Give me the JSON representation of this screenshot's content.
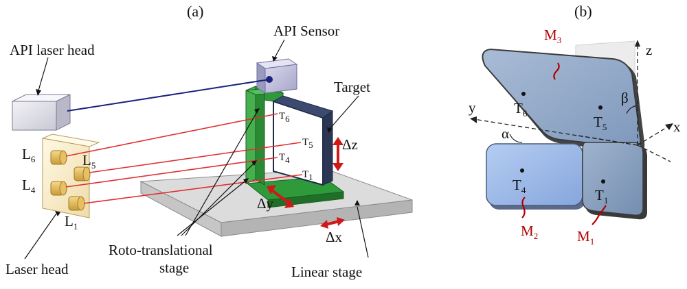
{
  "panel_a": {
    "label": "(a)",
    "api_laser_head": "API laser head",
    "api_sensor": "API Sensor",
    "target": "Target",
    "laser_head": "Laser head",
    "roto_line1": "Roto-translational",
    "roto_line2": "stage",
    "linear_stage": "Linear stage",
    "dz": "Δz",
    "dy": "Δy",
    "dx": "Δx",
    "l6": "L",
    "l6_sub": "6",
    "l5": "L",
    "l5_sub": "5",
    "l4": "L",
    "l4_sub": "4",
    "l1": "L",
    "l1_sub": "1",
    "t6": "T",
    "t6_sub": "6",
    "t5": "T",
    "t5_sub": "5",
    "t4": "T",
    "t4_sub": "4",
    "t1": "T",
    "t1_sub": "1"
  },
  "panel_b": {
    "label": "(b)",
    "m3": "M",
    "m3_sub": "3",
    "m2": "M",
    "m2_sub": "2",
    "m1": "M",
    "m1_sub": "1",
    "t6": "T",
    "t6_sub": "6",
    "t5": "T",
    "t5_sub": "5",
    "t4": "T",
    "t4_sub": "4",
    "t1": "T",
    "t1_sub": "1",
    "axis_z": "z",
    "axis_y": "y",
    "axis_x": "x",
    "alpha": "α",
    "beta": "β"
  },
  "colors": {
    "laser_beam": "#e03030",
    "api_beam": "#1a237e",
    "stage_green": "#2e9a3a",
    "target_frame": "#1e2a44",
    "mirror_blue": "#8fa9c9",
    "mirror_light": "#9fbde8",
    "label_red": "#b00000"
  }
}
